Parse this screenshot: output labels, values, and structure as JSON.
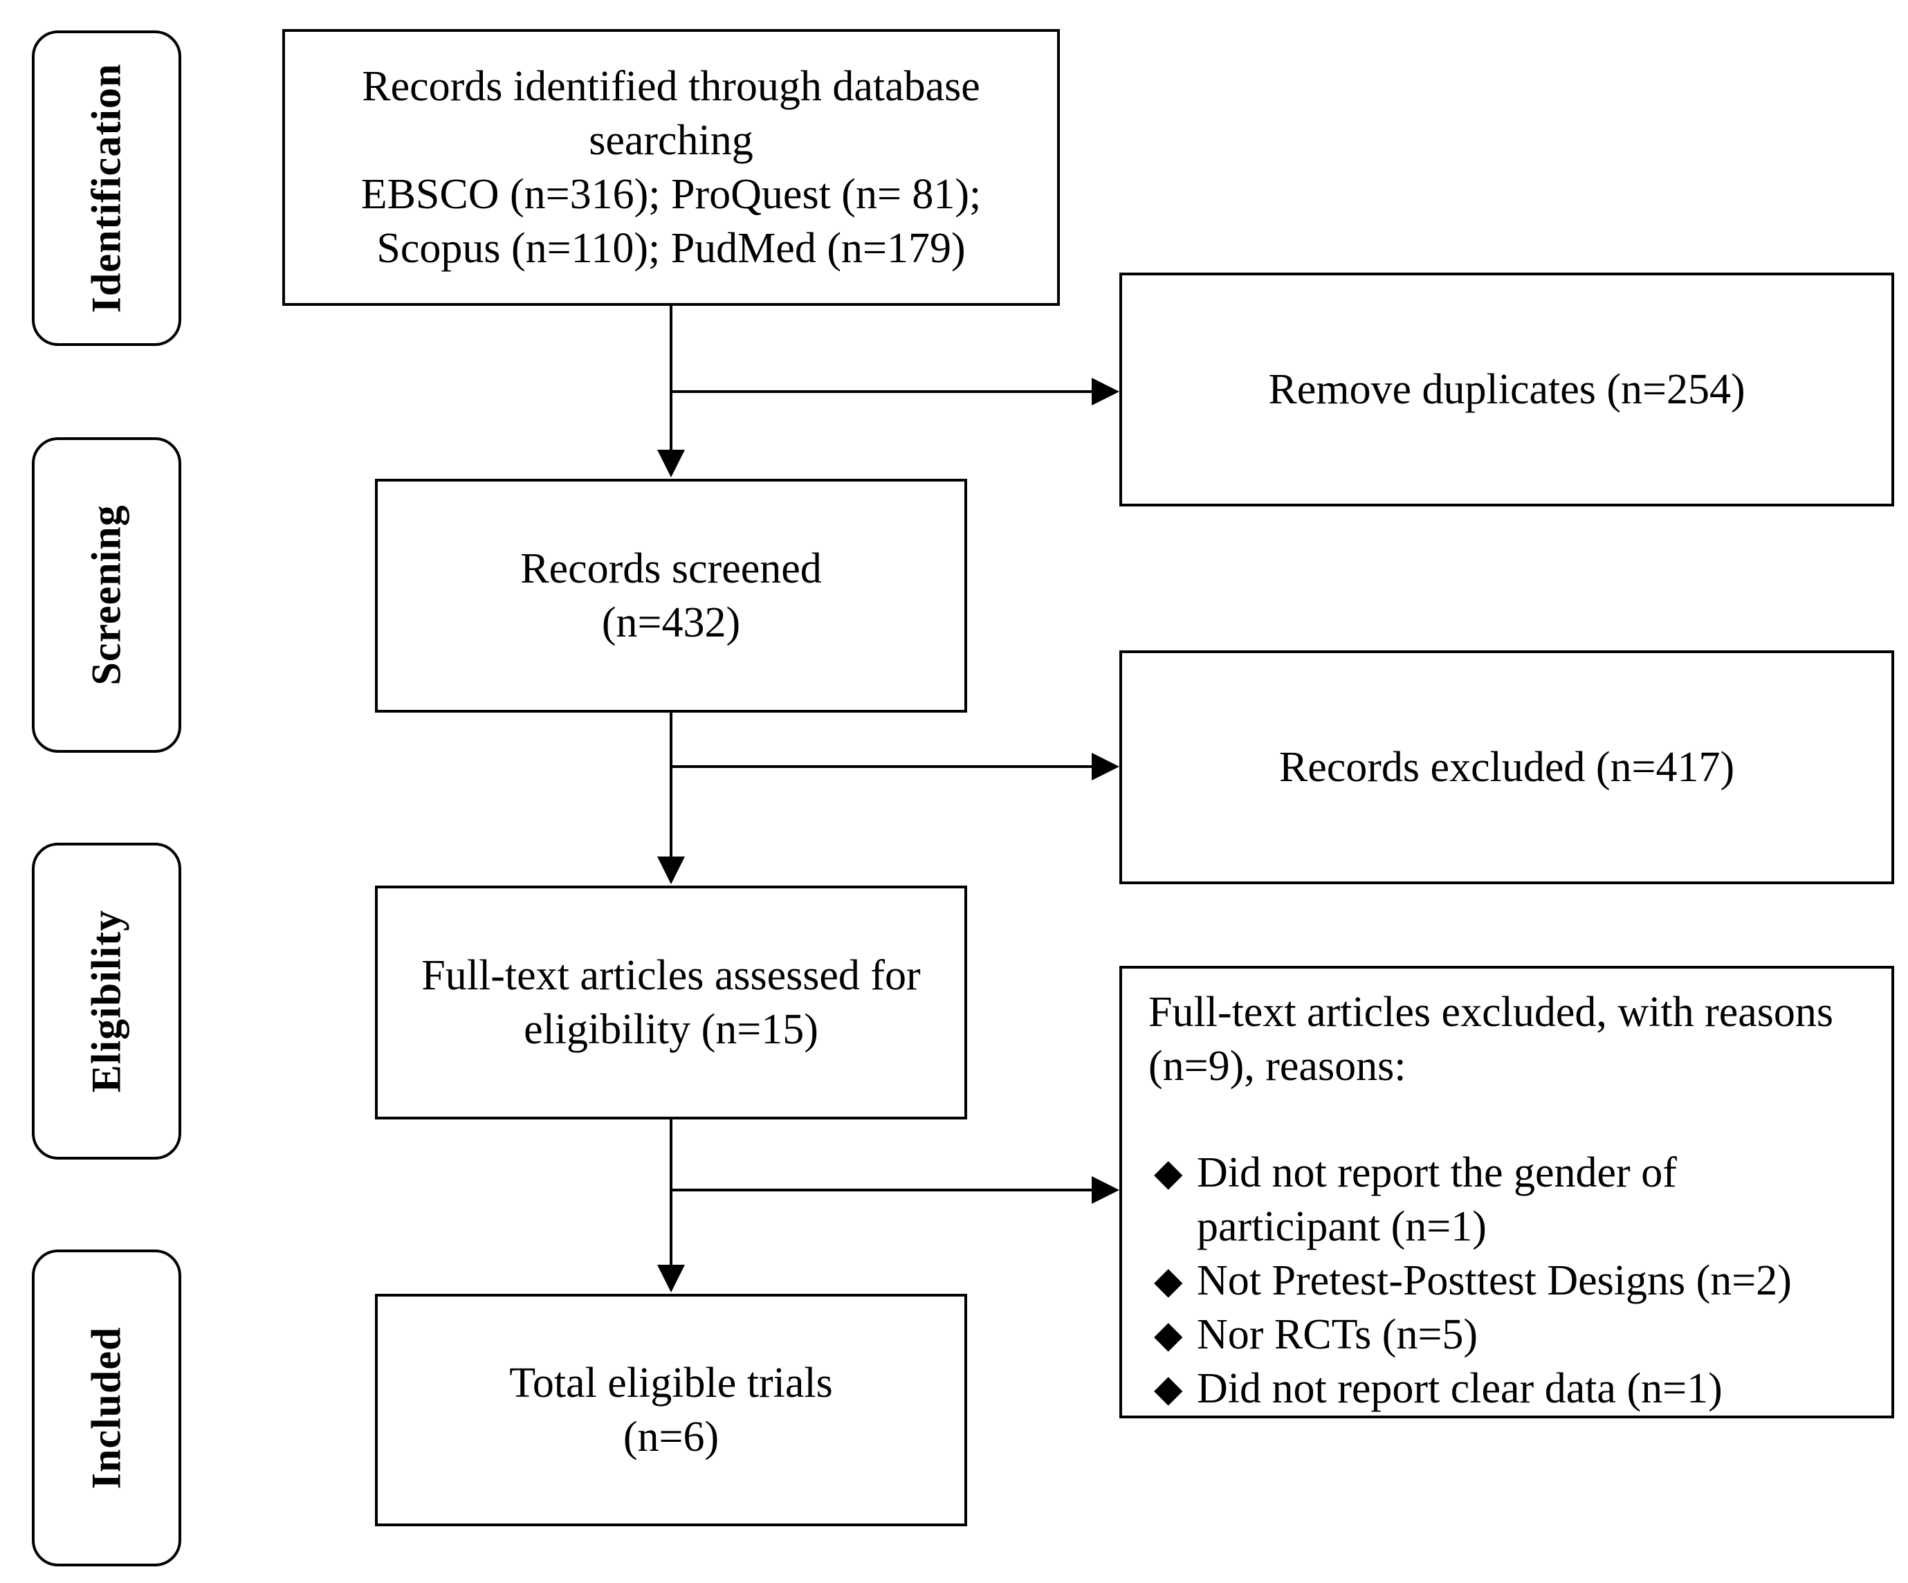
{
  "stages": [
    {
      "id": "identification",
      "label": "Identification"
    },
    {
      "id": "screening",
      "label": "Screening"
    },
    {
      "id": "eligibility",
      "label": "Eligibility"
    },
    {
      "id": "included",
      "label": "Included"
    }
  ],
  "boxes": {
    "identified": {
      "lines": [
        "Records identified through database",
        "searching",
        "EBSCO (n=316); ProQuest (n= 81);",
        "Scopus (n=110); PudMed (n=179)"
      ]
    },
    "duplicates": {
      "text": "Remove duplicates (n=254)"
    },
    "screened": {
      "lines": [
        "Records screened",
        "(n=432)"
      ]
    },
    "excluded": {
      "text": "Records excluded (n=417)"
    },
    "fulltext": {
      "lines": [
        "Full-text articles assessed for",
        "eligibility (n=15)"
      ]
    },
    "fulltext_excluded": {
      "header_lines": [
        "Full-text articles excluded, with reasons",
        "(n=9), reasons:"
      ],
      "bullet_glyph": "◆",
      "reasons": [
        [
          "Did not report the gender of",
          "participant (n=1)"
        ],
        [
          "Not Pretest-Posttest Designs (n=2)"
        ],
        [
          "Nor RCTs (n=5)"
        ],
        [
          "Did not report clear data (n=1)"
        ]
      ]
    },
    "included": {
      "lines": [
        "Total eligible trials",
        "(n=6)"
      ]
    }
  }
}
